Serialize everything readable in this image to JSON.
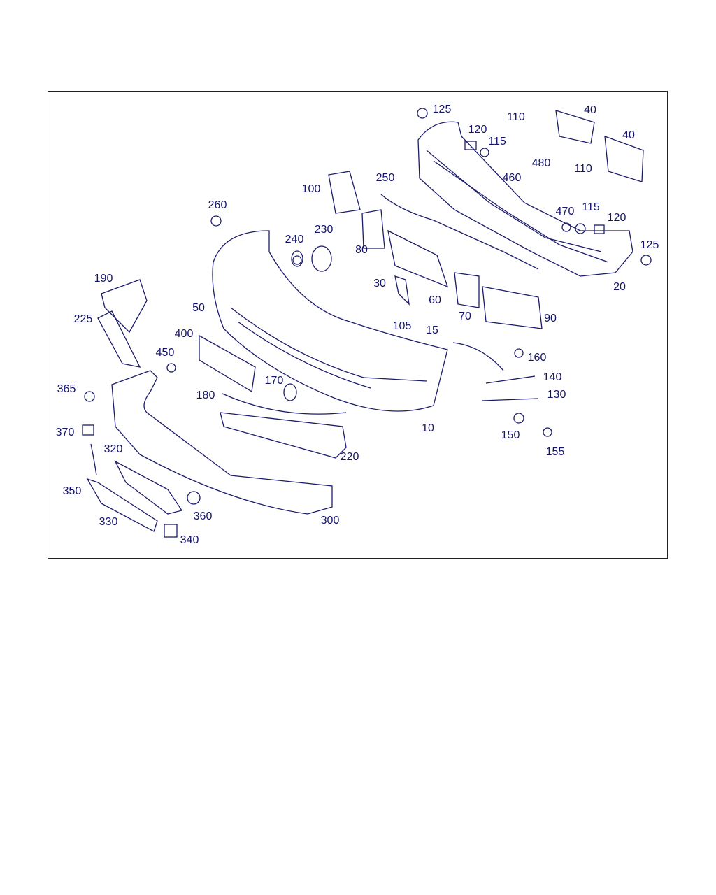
{
  "diagram": {
    "type": "exploded parts diagram",
    "color": "#1c1c6a",
    "labels": [
      "125",
      "120",
      "115",
      "110",
      "40",
      "40",
      "480",
      "460",
      "110",
      "250",
      "100",
      "260",
      "470",
      "115",
      "120",
      "125",
      "240",
      "230",
      "80",
      "20",
      "30",
      "60",
      "190",
      "225",
      "50",
      "105",
      "15",
      "70",
      "90",
      "400",
      "160",
      "450",
      "140",
      "170",
      "180",
      "130",
      "365",
      "370",
      "10",
      "150",
      "155",
      "320",
      "220",
      "350",
      "360",
      "300",
      "330",
      "340"
    ]
  }
}
